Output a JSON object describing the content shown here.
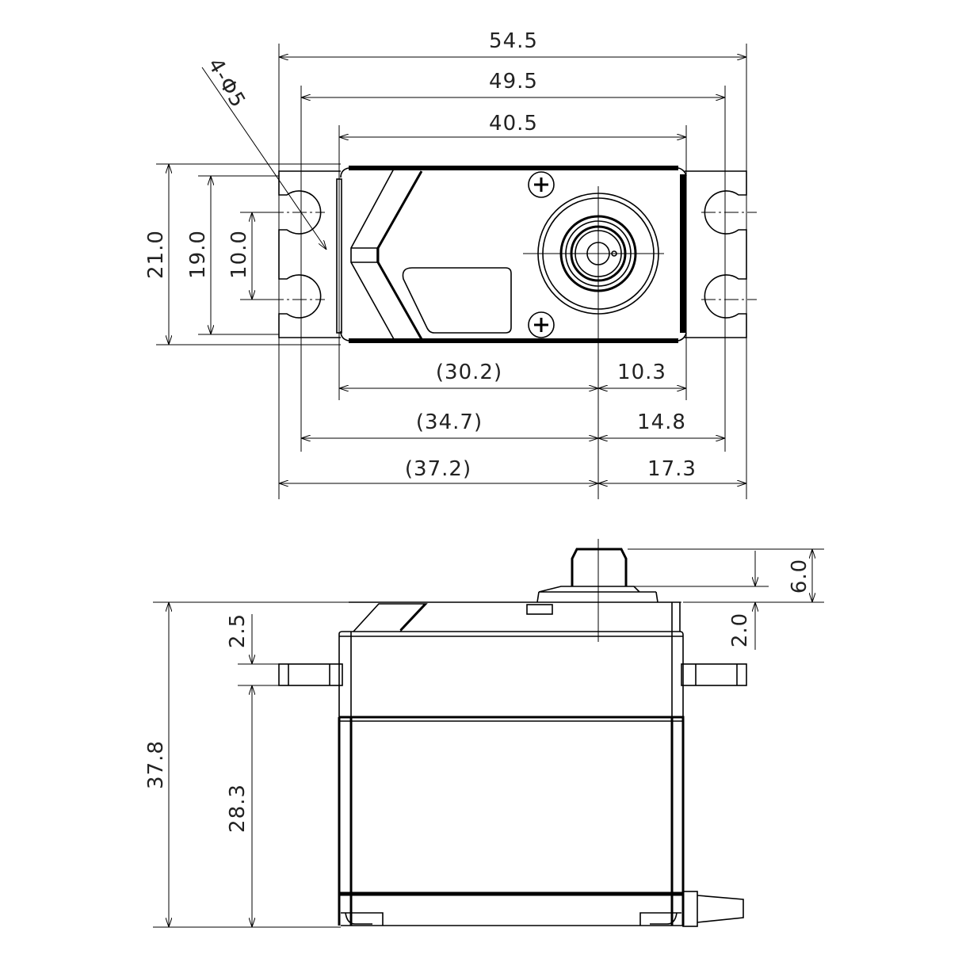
{
  "top_view": {
    "width_overall": "54.5",
    "hole_spacing_x": "49.5",
    "body_width": "40.5",
    "holes": "4-Φ5",
    "height_overall": "21.0",
    "flange_height": "19.0",
    "hole_spacing_y": "10.0",
    "body_to_shaft": "(30.2)",
    "shaft_to_body_end": "10.3",
    "hole_to_shaft": "(34.7)",
    "shaft_to_hole": "14.8",
    "edge_to_shaft": "(37.2)",
    "shaft_to_edge": "17.3"
  },
  "side_view": {
    "total_height": "37.8",
    "flange_thickness": "2.5",
    "flange_to_bottom": "28.3",
    "spline_height": "6.0",
    "hub_height": "2.0"
  },
  "colors": {
    "line": "#000000",
    "background": "#ffffff"
  }
}
